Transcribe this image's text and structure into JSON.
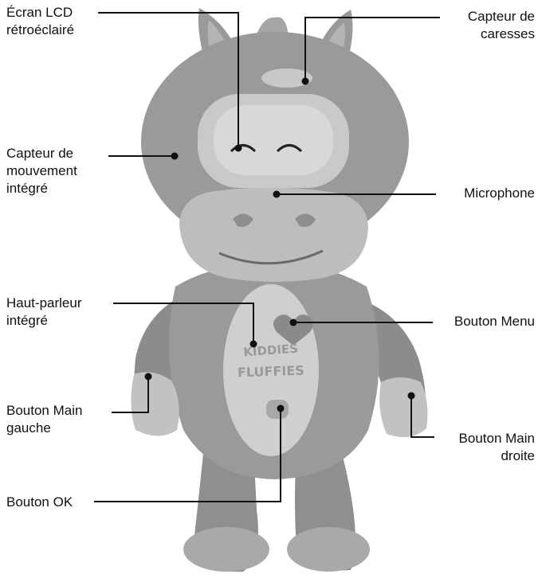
{
  "colors": {
    "fur": "#9a9a9a",
    "fur_dark": "#7c7c7c",
    "fur_light": "#b8b8b8",
    "muzzle": "#bdbdbd",
    "screen_frame": "#c9c9c9",
    "screen": "#d6d6d6",
    "belly": "#cfcfcf",
    "lead": "#111111"
  },
  "callouts": {
    "ecran_lcd": [
      "Écran LCD",
      "rétroéclairé"
    ],
    "capteur_caresses": [
      "Capteur de",
      "caresses"
    ],
    "capteur_mouvement": [
      "Capteur de",
      "mouvement",
      "intégré"
    ],
    "microphone": [
      "Microphone"
    ],
    "haut_parleur": [
      "Haut-parleur",
      "intégré"
    ],
    "bouton_menu": [
      "Bouton Menu"
    ],
    "bouton_main_gauche": [
      "Bouton Main",
      "gauche"
    ],
    "bouton_main_droite": [
      "Bouton Main",
      "droite"
    ],
    "bouton_ok": [
      "Bouton OK"
    ]
  },
  "belly_logo": [
    "KIDDIES",
    "FLUFFIES"
  ]
}
